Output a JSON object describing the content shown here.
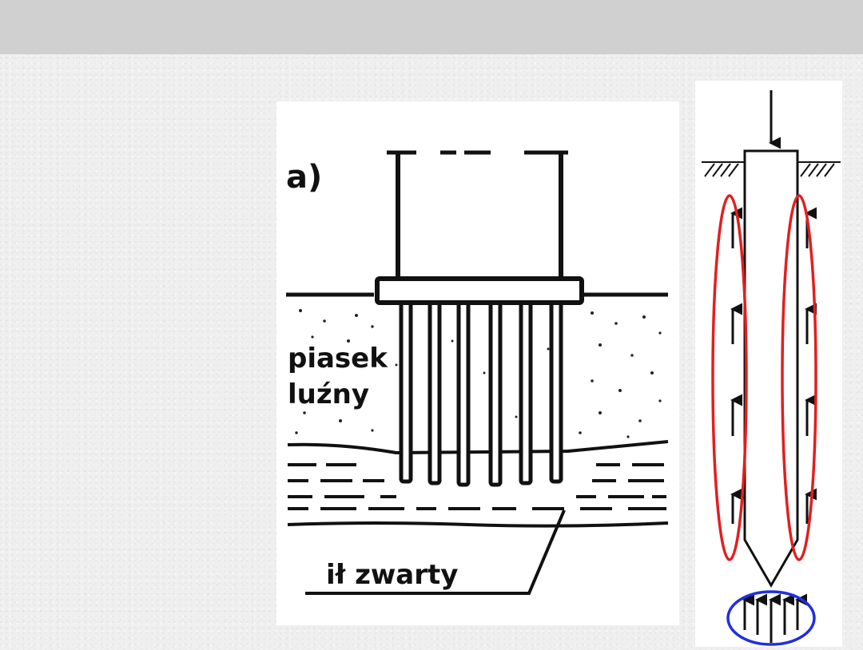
{
  "diagram_a": {
    "panel_label": "a)",
    "upper_layer_label_line1": "piasek",
    "upper_layer_label_line2": "luźny",
    "lower_layer_label": "ił zwarty"
  },
  "diagram_b": {
    "shaft_friction_highlight_color": "#e11f1f",
    "base_resistance_highlight_color": "#1f2fe0",
    "arrow_count_per_side": 4,
    "base_arrow_count": 5
  }
}
